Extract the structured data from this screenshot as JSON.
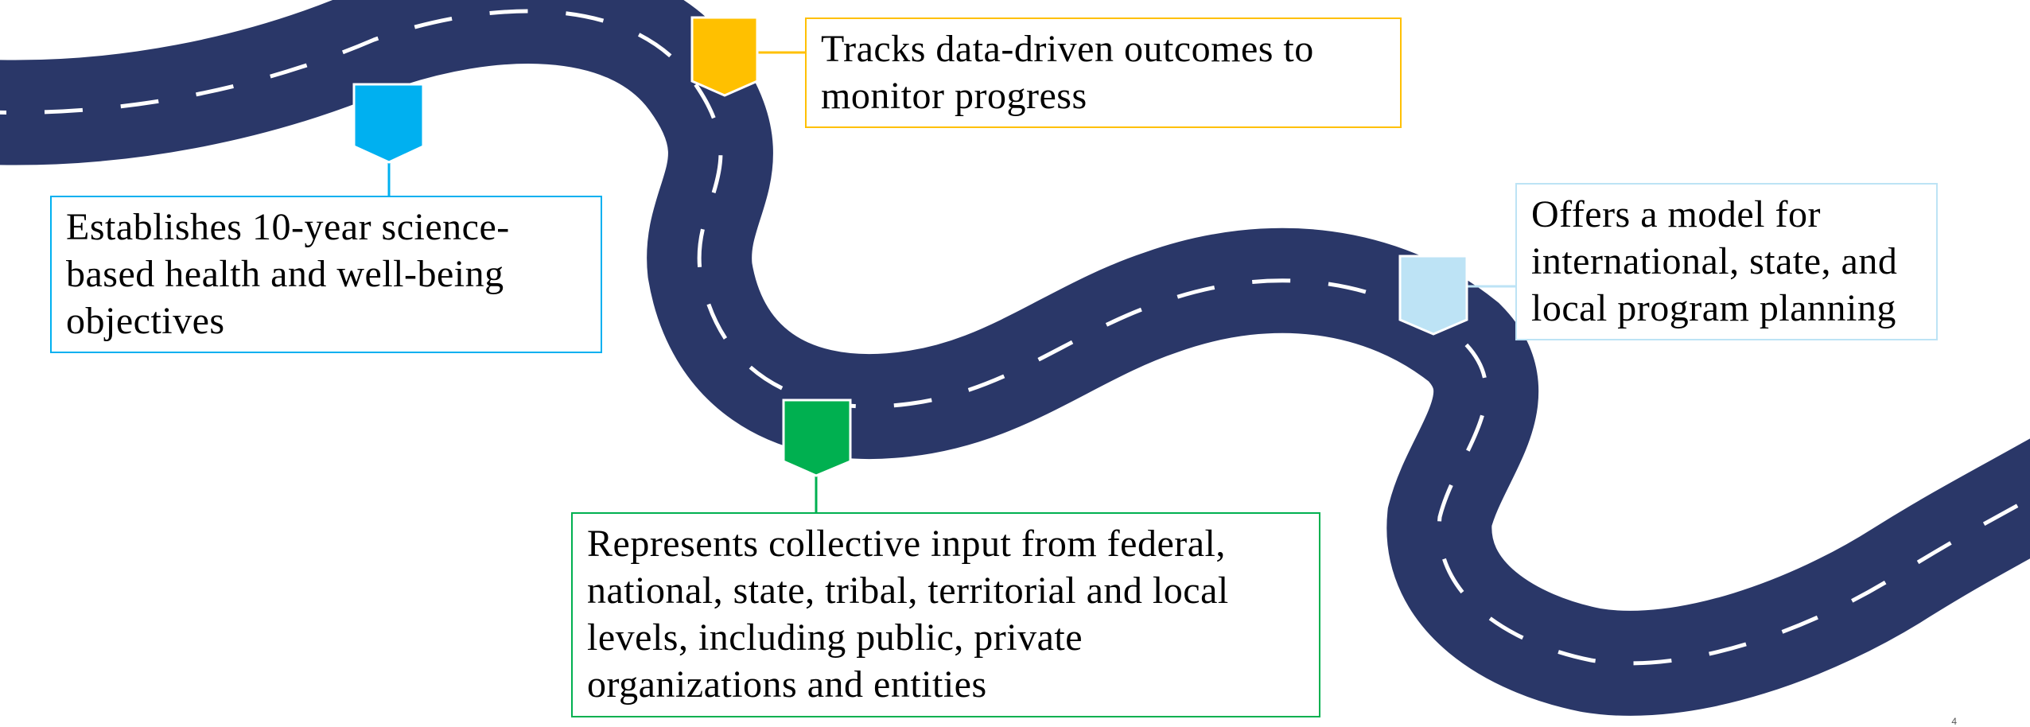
{
  "milestones": [
    {
      "id": "objectives",
      "text": "Establishes 10-year science-\nbased health and well-being\nobjectives",
      "color": "#00B0F0"
    },
    {
      "id": "outcomes",
      "text": "Tracks data-driven outcomes to\nmonitor progress",
      "color": "#FFC000"
    },
    {
      "id": "collective-input",
      "text": "Represents collective input from federal,\nnational, state, tribal, territorial and local\nlevels, including public, private\norganizations and entities",
      "color": "#00B050"
    },
    {
      "id": "model",
      "text": "Offers a model for\ninternational, state, and\nlocal program planning",
      "color": "#BDE3F5"
    }
  ],
  "road": {
    "color": "#2A3768",
    "stripe_color": "#FFFFFF"
  },
  "page_number": "4"
}
